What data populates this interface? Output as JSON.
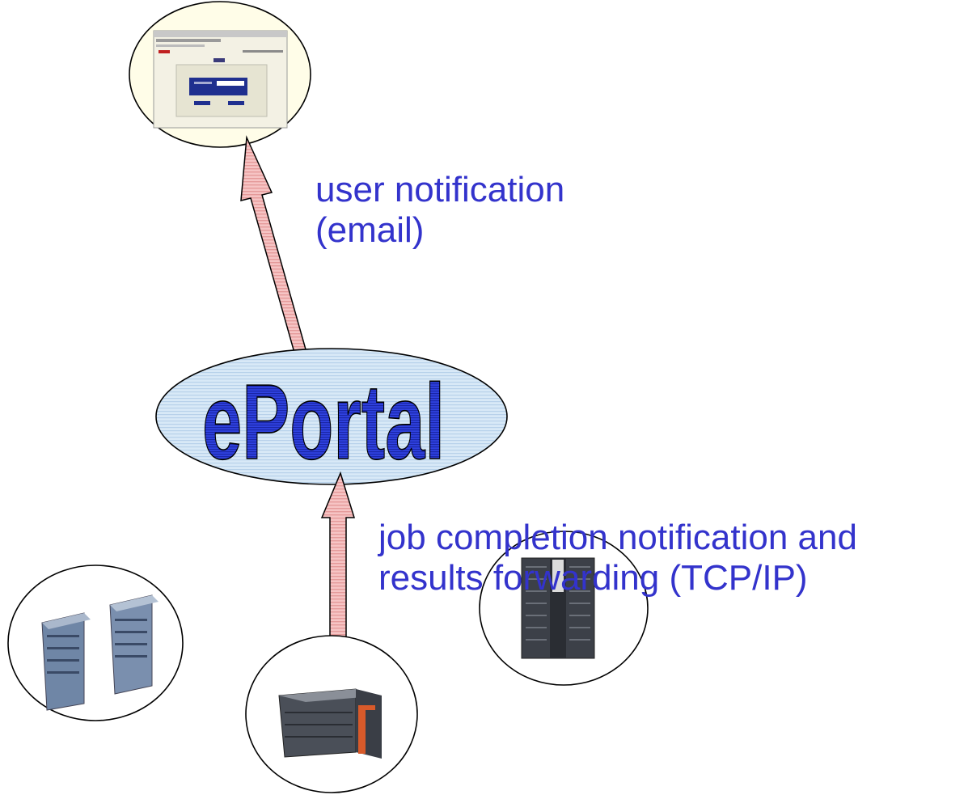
{
  "diagram": {
    "center_node": {
      "label": "ePortal"
    },
    "top_node": {
      "icon": "web-browser-window-icon"
    },
    "bottom_nodes": [
      {
        "icon": "tower-servers-icon"
      },
      {
        "icon": "mainframe-server-icon"
      },
      {
        "icon": "rack-server-icon"
      }
    ],
    "edges": {
      "user_notification": {
        "line1": "user notification",
        "line2": "(email)"
      },
      "job_completion": {
        "line1": "job completion notification and",
        "line2": "results forwarding (TCP/IP)"
      }
    },
    "colors": {
      "text": "#3333cc",
      "arrow_fill": "#f4b8b8",
      "arrow_stroke": "#000000",
      "ellipse_fill": "#cfe4f5",
      "eportal_text_fill": "#2a3ddb",
      "top_node_fill": "#fffde8"
    }
  }
}
